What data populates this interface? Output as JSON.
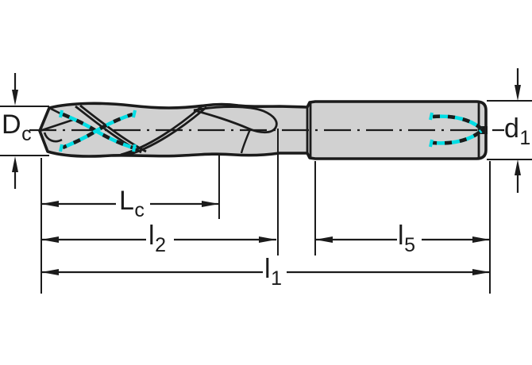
{
  "diagram": {
    "name": "coolant-through-drill-dimension-drawing",
    "background": "#ffffff",
    "colors": {
      "line": "#1b1b1b",
      "body_fill": "#d1d1d1",
      "coolant": "#00dde4"
    },
    "labels": {
      "dc": {
        "main": "D",
        "sub": "c"
      },
      "d1": {
        "main": "d",
        "sub": "1"
      },
      "lc": {
        "main": "L",
        "sub": "c"
      },
      "l2": {
        "main": "l",
        "sub": "2"
      },
      "l5": {
        "main": "l",
        "sub": "5"
      },
      "l1": {
        "main": "l",
        "sub": "1"
      }
    }
  }
}
